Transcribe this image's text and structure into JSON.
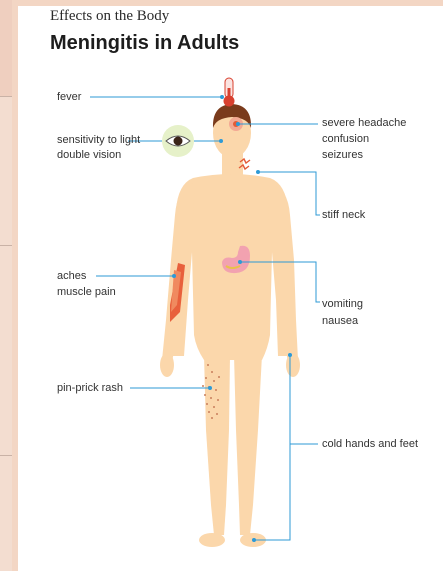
{
  "header": {
    "subtitle": "Effects on the Body",
    "title": "Meningitis in Adults"
  },
  "labels": {
    "fever": "fever",
    "light_1": "sensitivity to light",
    "light_2": "double vision",
    "headache": "severe headache",
    "confusion": "confusion",
    "seizures": "seizures",
    "stiff_neck": "stiff neck",
    "aches": "aches",
    "muscle_pain": "muscle pain",
    "vomiting": "vomiting",
    "nausea": "nausea",
    "rash": "pin-prick rash",
    "cold": "cold hands and feet"
  },
  "colors": {
    "skin": "#fbd7ab",
    "hair": "#7a3b1c",
    "leader": "#2d9ad6",
    "muscle": "#e8603c",
    "stomach": "#f2a2b0",
    "thermometer": "#d8402f",
    "rash": "#c97f5d"
  }
}
